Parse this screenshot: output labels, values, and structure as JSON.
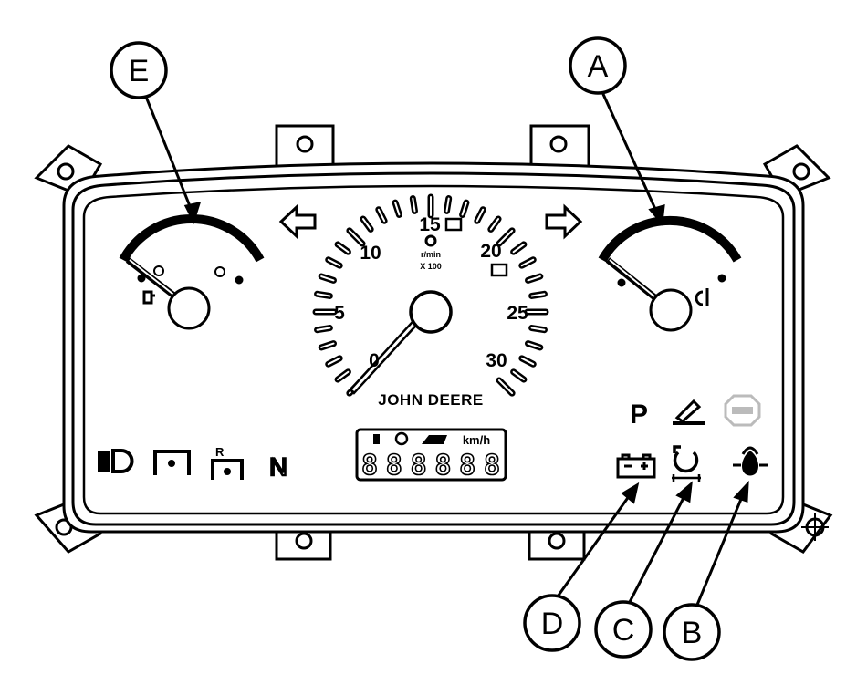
{
  "speedometer": {
    "scale_labels": [
      "0",
      "5",
      "10",
      "15",
      "20",
      "25",
      "30"
    ],
    "unit_top": "r/min",
    "unit_bottom": "X 100",
    "brand": "JOHN DEERE"
  },
  "display": {
    "unit_label": "km/h",
    "digits": "888888"
  },
  "indicators": {
    "park": "P",
    "neutral": "N",
    "reverse_marker": "R"
  },
  "callouts": {
    "A": "A",
    "B": "B",
    "C": "C",
    "D": "D",
    "E": "E"
  },
  "icons": [
    "left-turn-arrow-icon",
    "right-turn-arrow-icon",
    "headlight-icon",
    "pto-icon",
    "reverse-pto-icon",
    "battery-icon",
    "hydraulic-filter-icon",
    "oil-pressure-icon",
    "park-brake-icon",
    "wrench-service-icon",
    "stop-icon",
    "fuel-gauge-icon",
    "temperature-gauge-icon"
  ],
  "colors": {
    "line": "#000000",
    "background": "#ffffff",
    "inactive": "#bbbbbb"
  }
}
